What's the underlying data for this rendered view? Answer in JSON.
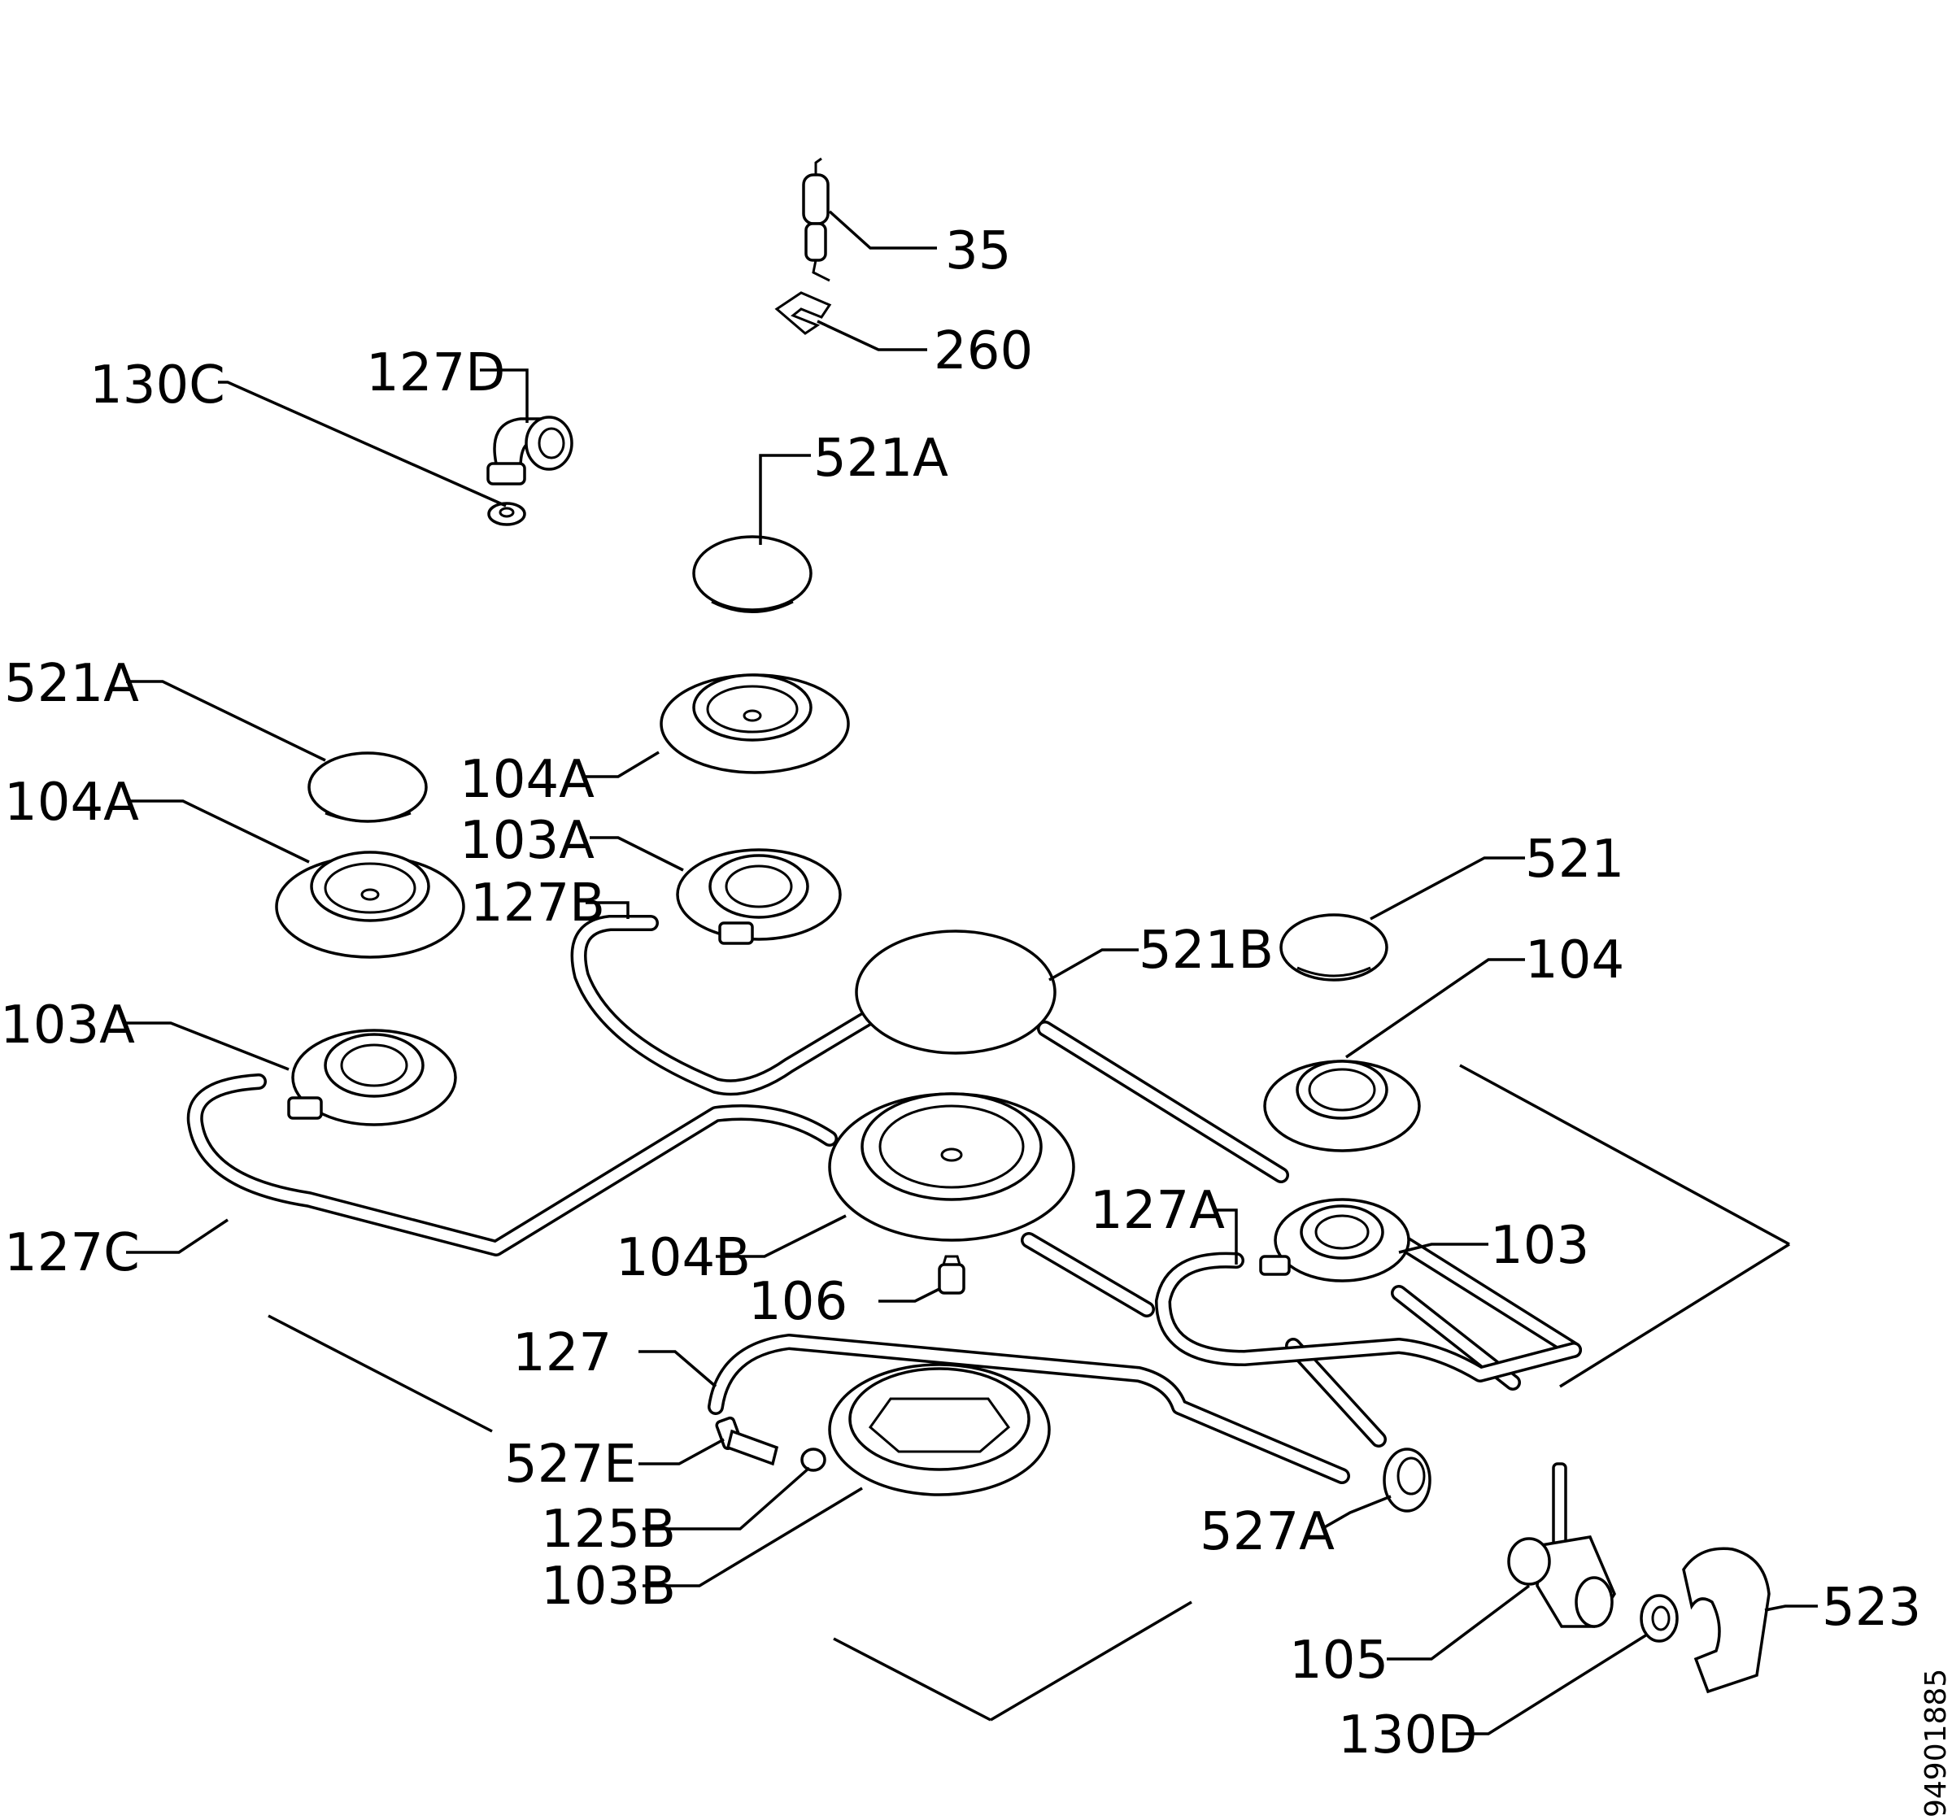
{
  "labels": {
    "l35": "35",
    "l260": "260",
    "l130c": "130C",
    "l127d": "127D",
    "l521a_top": "521A",
    "l521a_left": "521A",
    "l104a_top": "104A",
    "l104a_left": "104A",
    "l103a_mid": "103A",
    "l127b": "127B",
    "l521": "521",
    "l521b": "521B",
    "l104": "104",
    "l103a_left": "103A",
    "l127a": "127A",
    "l103": "103",
    "l127c": "127C",
    "l104b": "104B",
    "l106": "106",
    "l127": "127",
    "l527e": "527E",
    "l125b": "125B",
    "l103b": "103B",
    "l527a": "527A",
    "l523": "523",
    "l105": "105",
    "l130d": "130D",
    "code": "94901885"
  }
}
